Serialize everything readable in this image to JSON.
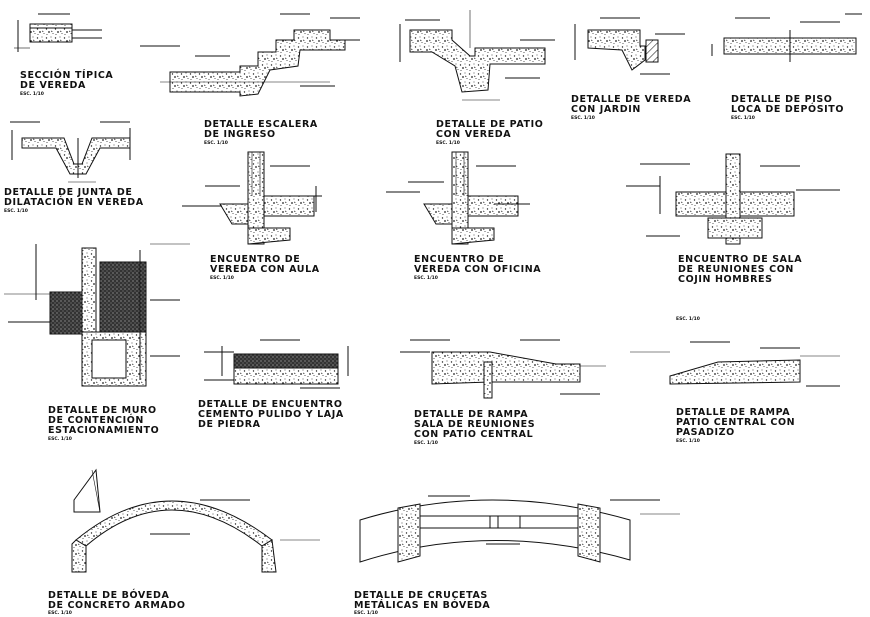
{
  "details": [
    {
      "title": [
        "SECCIÓN TÍPICA",
        "DE VEREDA"
      ],
      "scale": "ESC. 1/10"
    },
    {
      "title": [
        "DETALLE ESCALERA",
        "DE INGRESO"
      ],
      "scale": "ESC. 1/10"
    },
    {
      "title": [
        "DETALLE DE PATIO",
        "CON VEREDA"
      ],
      "scale": "ESC. 1/10"
    },
    {
      "title": [
        "DETALLE DE VEREDA",
        "CON JARDIN"
      ],
      "scale": "ESC. 1/10"
    },
    {
      "title": [
        "DETALLE DE PISO",
        "LOCA DE DEPÓSITO"
      ],
      "scale": "ESC. 1/10"
    },
    {
      "title": [
        "DETALLE DE JUNTA DE",
        "DILATACIÓN EN VEREDA"
      ],
      "scale": "ESC. 1/10"
    },
    {
      "title": [
        "ENCUENTRO DE",
        "VEREDA CON AULA"
      ],
      "scale": "ESC. 1/10"
    },
    {
      "title": [
        "ENCUENTRO DE",
        "VEREDA CON OFICINA"
      ],
      "scale": "ESC. 1/10"
    },
    {
      "title": [
        "ENCUENTRO DE SALA",
        "DE REUNIONES CON",
        "COJIN HOMBRES"
      ],
      "scale": ""
    },
    {
      "title": [
        "DETALLE DE MURO",
        "DE CONTENCIÓN",
        "ESTACIONAMIENTO"
      ],
      "scale": "ESC. 1/10"
    },
    {
      "title": [
        "DETALLE DE ENCUENTRO",
        "CEMENTO PULIDO Y LAJA",
        "DE PIEDRA"
      ],
      "scale": ""
    },
    {
      "title": [
        "DETALLE DE RAMPA",
        "SALA DE REUNIONES",
        "CON PATIO CENTRAL"
      ],
      "scale": "ESC. 1/10"
    },
    {
      "title": [
        "DETALLE DE RAMPA",
        "PATIO CENTRAL CON",
        "PASADIZO"
      ],
      "scale": "ESC. 1/10"
    },
    {
      "title": [
        "DETALLE DE BÓVEDA",
        "DE CONCRETO ARMADO"
      ],
      "scale": "ESC. 1/10"
    },
    {
      "title": [
        "DETALLE DE CRUCETAS",
        "METÁLICAS EN BÓVEDA"
      ],
      "scale": "ESC. 1/10"
    }
  ],
  "extra_labels": {
    "rampa_patio_scale_top": "ESC. 1/10"
  }
}
